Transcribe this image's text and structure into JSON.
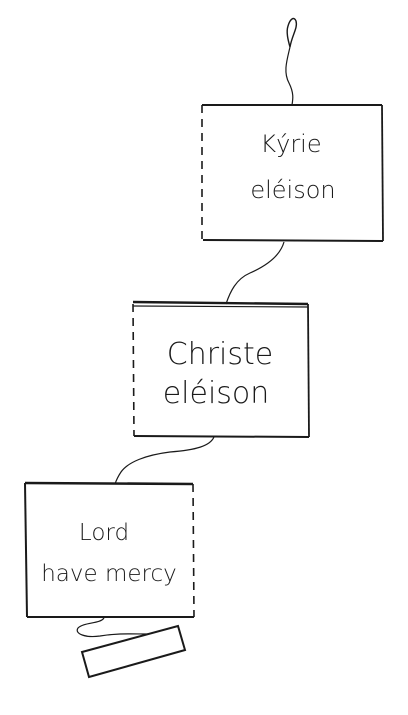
{
  "cards": [
    {
      "lines": [
        "Kýrie",
        "eléison"
      ]
    },
    {
      "lines": [
        "Christe",
        "eléison"
      ]
    },
    {
      "lines": [
        "Lord",
        "have mercy"
      ]
    }
  ],
  "colors": {
    "ink": "#1a1a1a",
    "background": "#ffffff"
  },
  "icons": {
    "hanger": "hook-icon",
    "tag": "label-tag-icon"
  }
}
